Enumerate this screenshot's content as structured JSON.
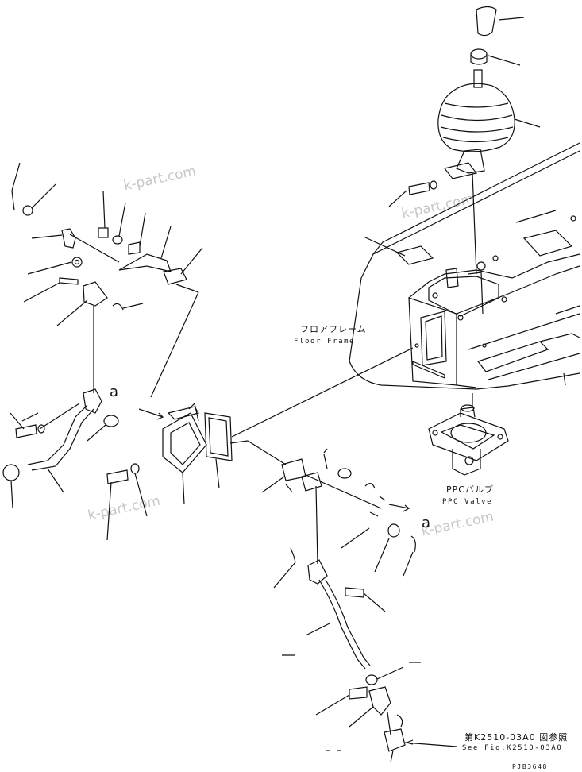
{
  "labels": {
    "floor_frame_jp": "フロアフレーム",
    "floor_frame_en": "Floor Frame",
    "ppc_valve_jp": "PPCバルブ",
    "ppc_valve_en": "PPC Valve",
    "ref_jp": "第K2510-03A0 図参照",
    "ref_en": "See Fig.K2510-03A0",
    "drawing_code": "PJB3648",
    "arrow_a_left": "a",
    "arrow_a_right": "a"
  },
  "watermark": "k-part.com",
  "colors": {
    "line": "#111111",
    "watermark": "#9a9a9a"
  },
  "icons": [
    "knob-icon",
    "nut-icon",
    "joystick-boot-icon",
    "ppc-valve-icon",
    "pedal-lever-icon",
    "bolt-icon"
  ]
}
